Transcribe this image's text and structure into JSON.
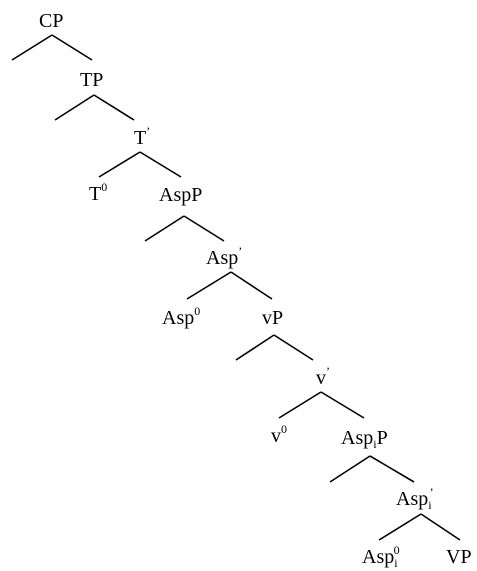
{
  "tree": {
    "nodes": [
      {
        "id": "cp",
        "label": "CP"
      },
      {
        "id": "tp",
        "label": "TP"
      },
      {
        "id": "tbar",
        "label": "T",
        "sup": "’"
      },
      {
        "id": "t0",
        "label": "T",
        "sup": "0"
      },
      {
        "id": "aspp",
        "label": "AspP"
      },
      {
        "id": "aspbar",
        "label": "Asp",
        "sup": "’"
      },
      {
        "id": "asp0",
        "label": "Asp",
        "sup": "0"
      },
      {
        "id": "vp_small",
        "label": "vP"
      },
      {
        "id": "vbar",
        "label": "v",
        "sup": "’"
      },
      {
        "id": "v0",
        "label": "v",
        "sup": "0"
      },
      {
        "id": "aspip",
        "label": "Asp",
        "sub": "i",
        "post": "P"
      },
      {
        "id": "aspibar",
        "label": "Asp",
        "sub": "i",
        "sup": "’"
      },
      {
        "id": "aspi0",
        "label": "Asp",
        "sub": "i",
        "sup": "0"
      },
      {
        "id": "vp",
        "label": "VP"
      }
    ]
  }
}
